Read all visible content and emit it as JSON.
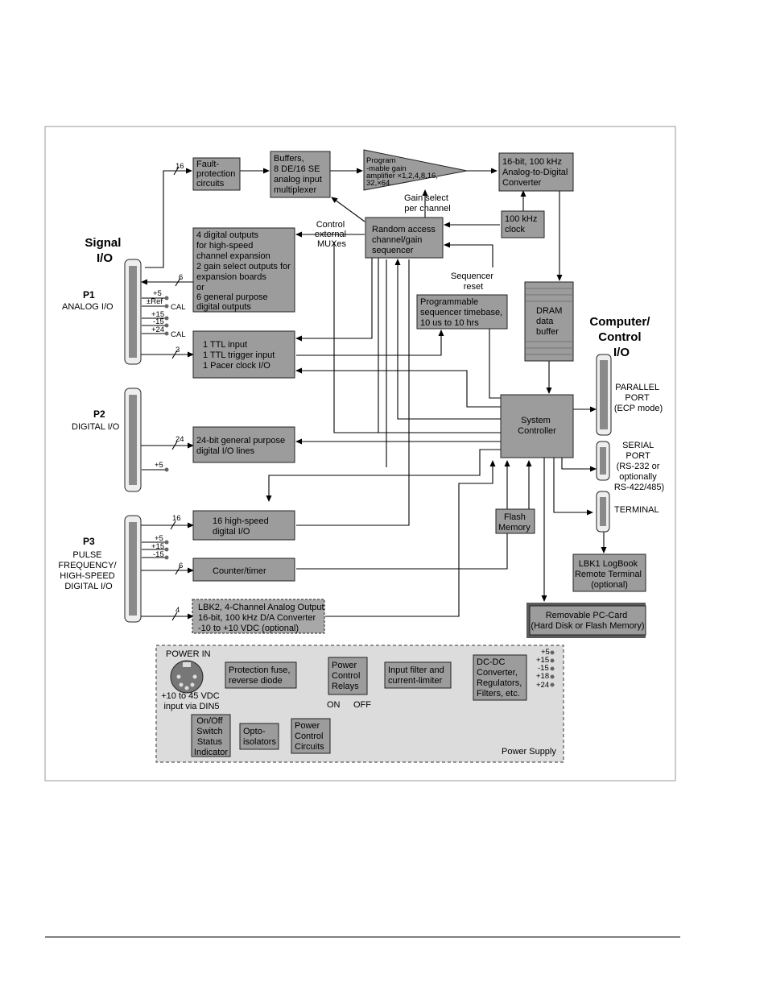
{
  "groups": {
    "signal_io": "Signal\nI/O",
    "computer_io": "Computer/\nControl\nI/O",
    "power_supply": "Power Supply"
  },
  "connectors": {
    "p1": {
      "name": "P1",
      "desc": "ANALOG I/O"
    },
    "p2": {
      "name": "P2",
      "desc": "DIGITAL I/O"
    },
    "p3": {
      "name": "P3",
      "desc": "PULSE\nFREQUENCY/\nHIGH-SPEED\nDIGITAL I/O"
    },
    "parallel": "PARALLEL\nPORT\n(ECP mode)",
    "serial": "SERIAL\nPORT\n(RS-232 or\noptionally\nRS-422/485)",
    "terminal": "TERMINAL"
  },
  "pins": {
    "p1": [
      "+5",
      "±Ref",
      "CAL",
      "+15",
      "-15",
      "+24",
      "CAL"
    ],
    "p2": [
      "+5"
    ],
    "p3": [
      "+5",
      "+15",
      "-15"
    ],
    "dcdc": [
      "+5",
      "+15",
      "-15",
      "+18",
      "+24"
    ]
  },
  "bus_widths": {
    "fault": "16",
    "p1_dout": "6",
    "p1_ttl": "3",
    "p2": "24",
    "p3_hs": "16",
    "p3_ct": "6",
    "p3_lbk2": "4"
  },
  "blocks": {
    "fault": "Fault-\nprotection\ncircuits",
    "buffers": "Buffers,\n8 DE/16 SE\nanalog input\nmultiplexer",
    "pga": "Program\n-mable gain\namplifier ×1,2,4,8,16,\n32,×64",
    "adc": "16-bit, 100 kHz\nAnalog-to-Digital\nConverter",
    "clock": "100 kHz\nclock",
    "sequencer": "Random access\nchannel/gain\nsequencer",
    "dout": "4 digital outputs\nfor high-speed\nchannel expansion\n2 gain select outputs for\nexpansion boards\nor\n6 general purpose\ndigital outputs",
    "timebase": "Programmable\nsequencer timebase,\n10 us to 10 hrs",
    "dram": "DRAM\ndata\nbuffer",
    "ttl": "1 TTL input\n1 TTL trigger input\n1 Pacer clock I/O",
    "syscon": "System\nController",
    "dio24": "24-bit general purpose\ndigital I/O lines",
    "flash": "Flash\nMemory",
    "hsdio": "16 high-speed\ndigital I/O",
    "counter": "Counter/timer",
    "lbk2": "LBK2, 4-Channel Analog Output\n16-bit, 100 kHz D/A Converter\n-10 to +10 VDC (optional)",
    "lbk1": "LBK1 LogBook\nRemote Terminal\n(optional)",
    "pccard": "Removable PC-Card\n(Hard Disk or Flash Memory)",
    "protection": "Protection fuse,\nreverse diode",
    "relays": "Power\nControl\nRelays",
    "filter": "Input filter and\ncurrent-limiter",
    "dcdc": "DC-DC\nConverter,\nRegulators,\nFilters, etc.",
    "onoff": "On/Off\nSwitch\nStatus\nIndicator",
    "opto": "Opto-\nisolators",
    "pcc": "Power\nControl\nCircuits"
  },
  "labels": {
    "gain_select": "Gain select\nper channel",
    "control_mux": "Control\nexternal\nMUXes",
    "seq_reset": "Sequencer\nreset",
    "power_in": "POWER IN",
    "power_in_desc": "+10 to 45 VDC\ninput via DIN5",
    "on": "ON",
    "off": "OFF"
  }
}
